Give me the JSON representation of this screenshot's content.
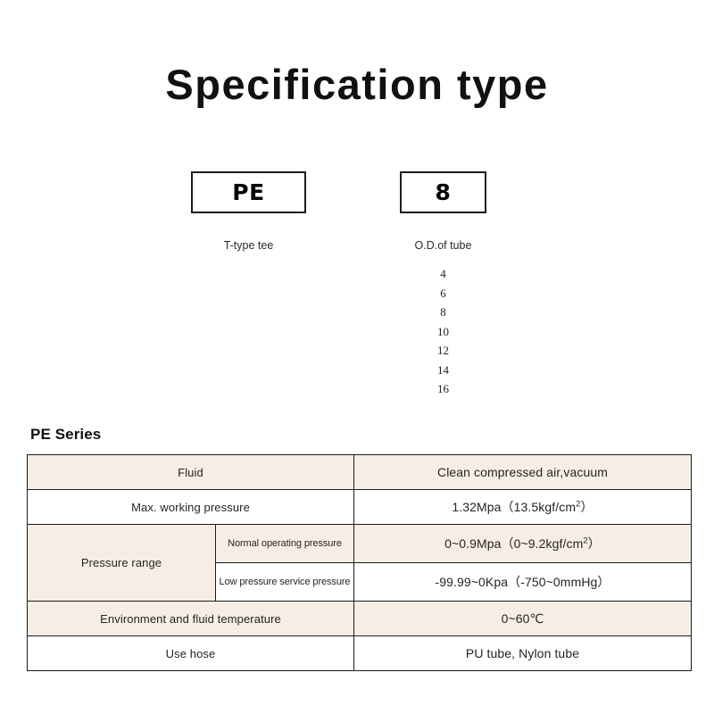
{
  "page": {
    "title": "Specification type",
    "series_heading": "PE Series"
  },
  "code_builder": {
    "groups": [
      {
        "code": "PE",
        "caption": "T-type tee"
      },
      {
        "code": "8",
        "caption": "O.D.of tube"
      }
    ],
    "tube_sizes": [
      "4",
      "6",
      "8",
      "10",
      "12",
      "14",
      "16"
    ]
  },
  "spec_table": {
    "rows": [
      {
        "label": "Fluid",
        "value": "Clean compressed air,vacuum",
        "tinted": true
      },
      {
        "label": "Max. working pressure",
        "value_main": "1.32Mpa（13.5kgf/cm",
        "value_sup": "2",
        "value_tail": "）",
        "tinted": false
      },
      {
        "label": "Pressure range",
        "sub_label": "Normal operating pressure",
        "value_main": "0~0.9Mpa（0~9.2kgf/cm",
        "value_sup": "2",
        "value_tail": "）",
        "tinted": true
      },
      {
        "sub_label": "Low pressure service pressure",
        "value": "-99.99~0Kpa（-750~0mmHg）",
        "tinted": false
      },
      {
        "label": "Environment and fluid temperature",
        "value": "0~60℃",
        "tinted": true
      },
      {
        "label": "Use hose",
        "value": "PU tube, Nylon tube",
        "tinted": false
      }
    ]
  },
  "colors": {
    "tint": "#f6eee4",
    "border": "#1b1b1b",
    "text": "#242424"
  }
}
